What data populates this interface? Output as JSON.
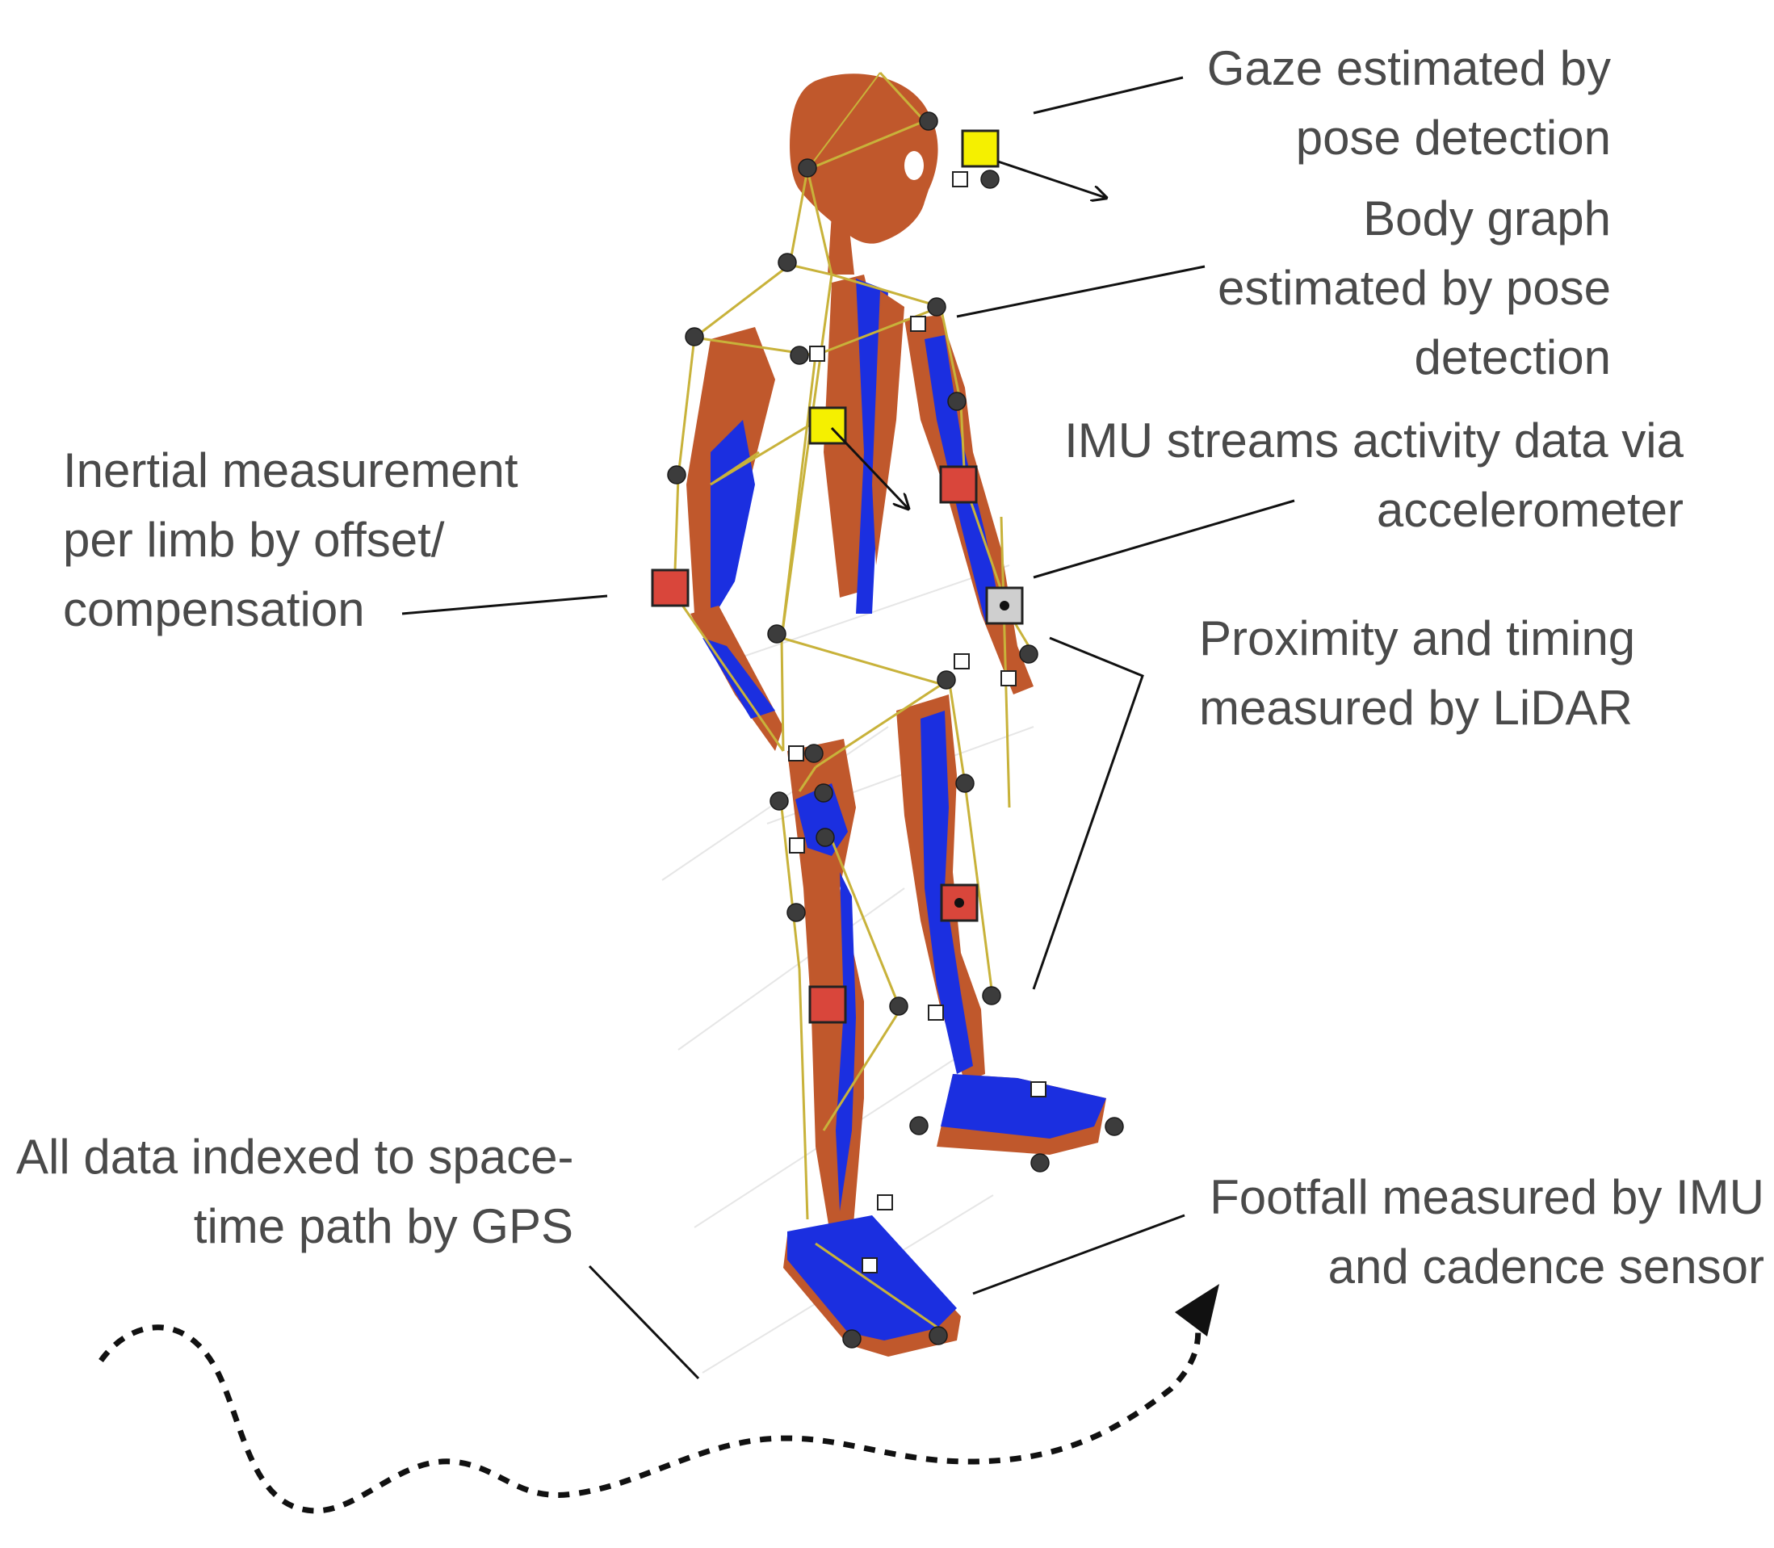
{
  "callouts": {
    "gaze": [
      "Gaze estimated by",
      "pose detection"
    ],
    "body_graph": [
      "Body graph",
      "estimated by pose",
      "detection"
    ],
    "imu_streams": [
      "IMU streams activity data via",
      "accelerometer"
    ],
    "inertial": [
      "Inertial measurement",
      "per limb by offset/",
      "compensation"
    ],
    "proximity": [
      "Proximity and timing",
      "measured by LiDAR"
    ],
    "all_data": [
      "All data indexed to space-",
      "time path by GPS"
    ],
    "footfall": [
      "Footfall measured by IMU",
      "and cadence sensor"
    ]
  },
  "colors": {
    "text": "#4a4a4a",
    "leader_line": "#111111",
    "body_skin": "#c0582c",
    "body_blue": "#1b2fe0",
    "skeleton_line": "#c8b23a",
    "joint_dot": "#3c3c3c",
    "sensor_red": "#d9463b",
    "sensor_yellow": "#f5f000",
    "sensor_grey": "#cfcfcf"
  }
}
